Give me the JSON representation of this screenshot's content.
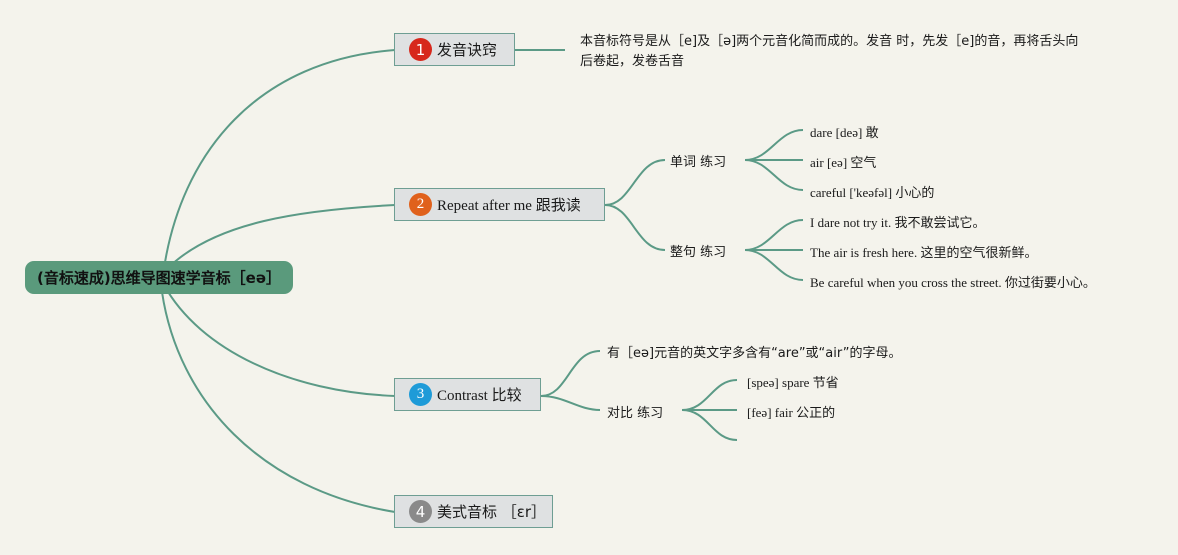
{
  "root": {
    "label": "(音标速成)思维导图速学音标［eə］"
  },
  "branches": [
    {
      "number": "1",
      "label": "发音诀窍",
      "badge_color": "#d7281c"
    },
    {
      "number": "2",
      "label": "Repeat after me 跟我读",
      "badge_color": "#e0611c"
    },
    {
      "number": "3",
      "label": "Contrast 比较",
      "badge_color": "#1e9bd8"
    },
    {
      "number": "4",
      "label": "美式音标 ［ɛr］",
      "badge_color": "#8a8a8a"
    }
  ],
  "tips": {
    "text": "本音标符号是从［e]及［ə]两个元音化简而成的。发音 时，先发［e]的音，再将舌头向后卷起，发卷舌音"
  },
  "repeat": {
    "words_label": "单词 练习",
    "words": [
      "dare [deə] 敢",
      "air [eə] 空气",
      "careful ['keəfəl] 小心的"
    ],
    "sentences_label": "整句 练习",
    "sentences": [
      "I dare not try it. 我不敢尝试它。",
      "The air is fresh here. 这里的空气很新鲜。",
      "Be careful when you cross the street. 你过街要小心。"
    ]
  },
  "contrast": {
    "note": "有［eə]元音的英文字多含有“are”或“air”的字母。",
    "compare_label": "对比 练习",
    "pairs": [
      "[speə] spare 节省",
      "[feə] fair 公正的",
      ""
    ]
  }
}
